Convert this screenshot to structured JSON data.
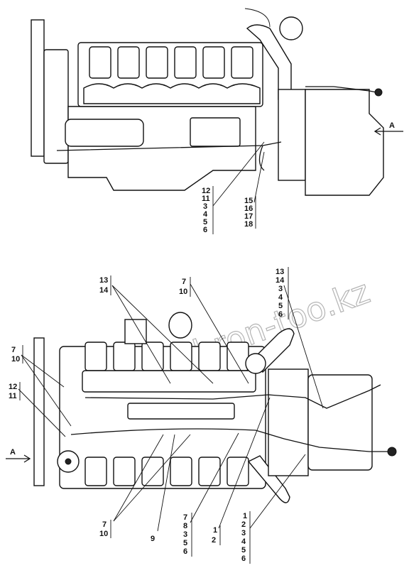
{
  "watermark": "www.sinhron-too.kz",
  "views": {
    "top": {
      "view_marker": "A",
      "callout_groups": [
        [
          "12",
          "11",
          "3",
          "4",
          "5",
          "6"
        ],
        [
          "15",
          "16",
          "17",
          "18"
        ]
      ]
    },
    "bottom": {
      "view_marker": "A",
      "callout_groups": [
        [
          "13",
          "14"
        ],
        [
          "7",
          "10"
        ],
        [
          "13",
          "14",
          "3",
          "4",
          "5",
          "6"
        ],
        [
          "7",
          "10"
        ],
        [
          "12",
          "11"
        ],
        [
          "7",
          "10"
        ],
        [
          "9"
        ],
        [
          "7",
          "8",
          "3",
          "5",
          "6"
        ],
        [
          "1",
          "2"
        ],
        [
          "1",
          "2",
          "3",
          "4",
          "5",
          "6"
        ]
      ]
    }
  }
}
